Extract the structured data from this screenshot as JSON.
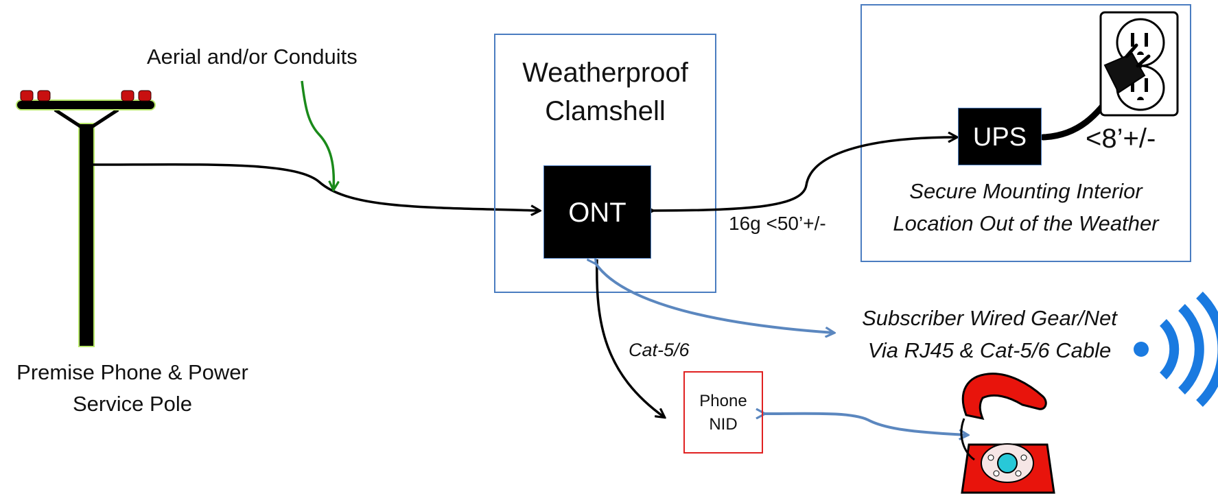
{
  "diagram": {
    "aerial_label": "Aerial and/or Conduits",
    "pole_label_line1": "Premise Phone & Power",
    "pole_label_line2": "Service Pole",
    "clamshell_line1": "Weatherproof",
    "clamshell_line2": "Clamshell",
    "ont_label": "ONT",
    "ups_label": "UPS",
    "ups_cord_label": "<8’+/-",
    "power_cable_label": "16g <50’+/-",
    "interior_line1": "Secure Mounting Interior",
    "interior_line2": "Location Out of the Weather",
    "subscriber_line1": "Subscriber Wired Gear/Net",
    "subscriber_line2": "Via RJ45 & Cat-5/6 Cable",
    "cat_label": "Cat-5/6",
    "nid_line1": "Phone",
    "nid_line2": "NID"
  },
  "colors": {
    "box_border_blue": "#4a7cc0",
    "nid_border_red": "#e02020",
    "blue_arrow": "#5b87bf",
    "green_arrow": "#1a8a1a",
    "wifi_blue": "#1a7ae0",
    "phone_red": "#e8140c",
    "pole_outline_green": "#b8e86a",
    "insulator_red": "#c81010"
  },
  "icons": [
    "utility-pole-icon",
    "wall-outlet-icon",
    "power-plug-icon",
    "wifi-signal-icon",
    "telephone-icon"
  ]
}
